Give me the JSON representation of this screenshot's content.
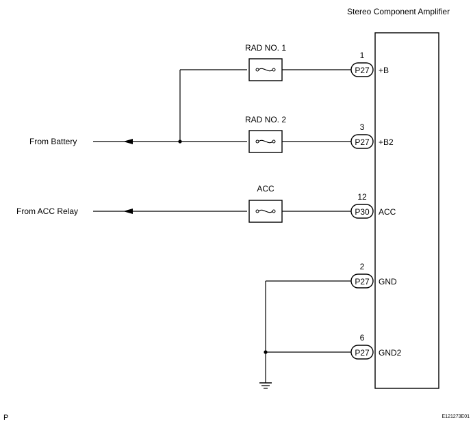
{
  "title": "Stereo Component Amplifier",
  "sources": {
    "battery": "From Battery",
    "acc_relay": "From ACC Relay"
  },
  "fuses": [
    {
      "label": "RAD NO. 1"
    },
    {
      "label": "RAD NO. 2"
    },
    {
      "label": "ACC"
    }
  ],
  "pins": [
    {
      "number": "1",
      "connector": "P27",
      "terminal": "+B"
    },
    {
      "number": "3",
      "connector": "P27",
      "terminal": "+B2"
    },
    {
      "number": "12",
      "connector": "P30",
      "terminal": "ACC"
    },
    {
      "number": "2",
      "connector": "P27",
      "terminal": "GND"
    },
    {
      "number": "6",
      "connector": "P27",
      "terminal": "GND2"
    }
  ],
  "footer": {
    "left": "P",
    "code": "E121273E01"
  }
}
